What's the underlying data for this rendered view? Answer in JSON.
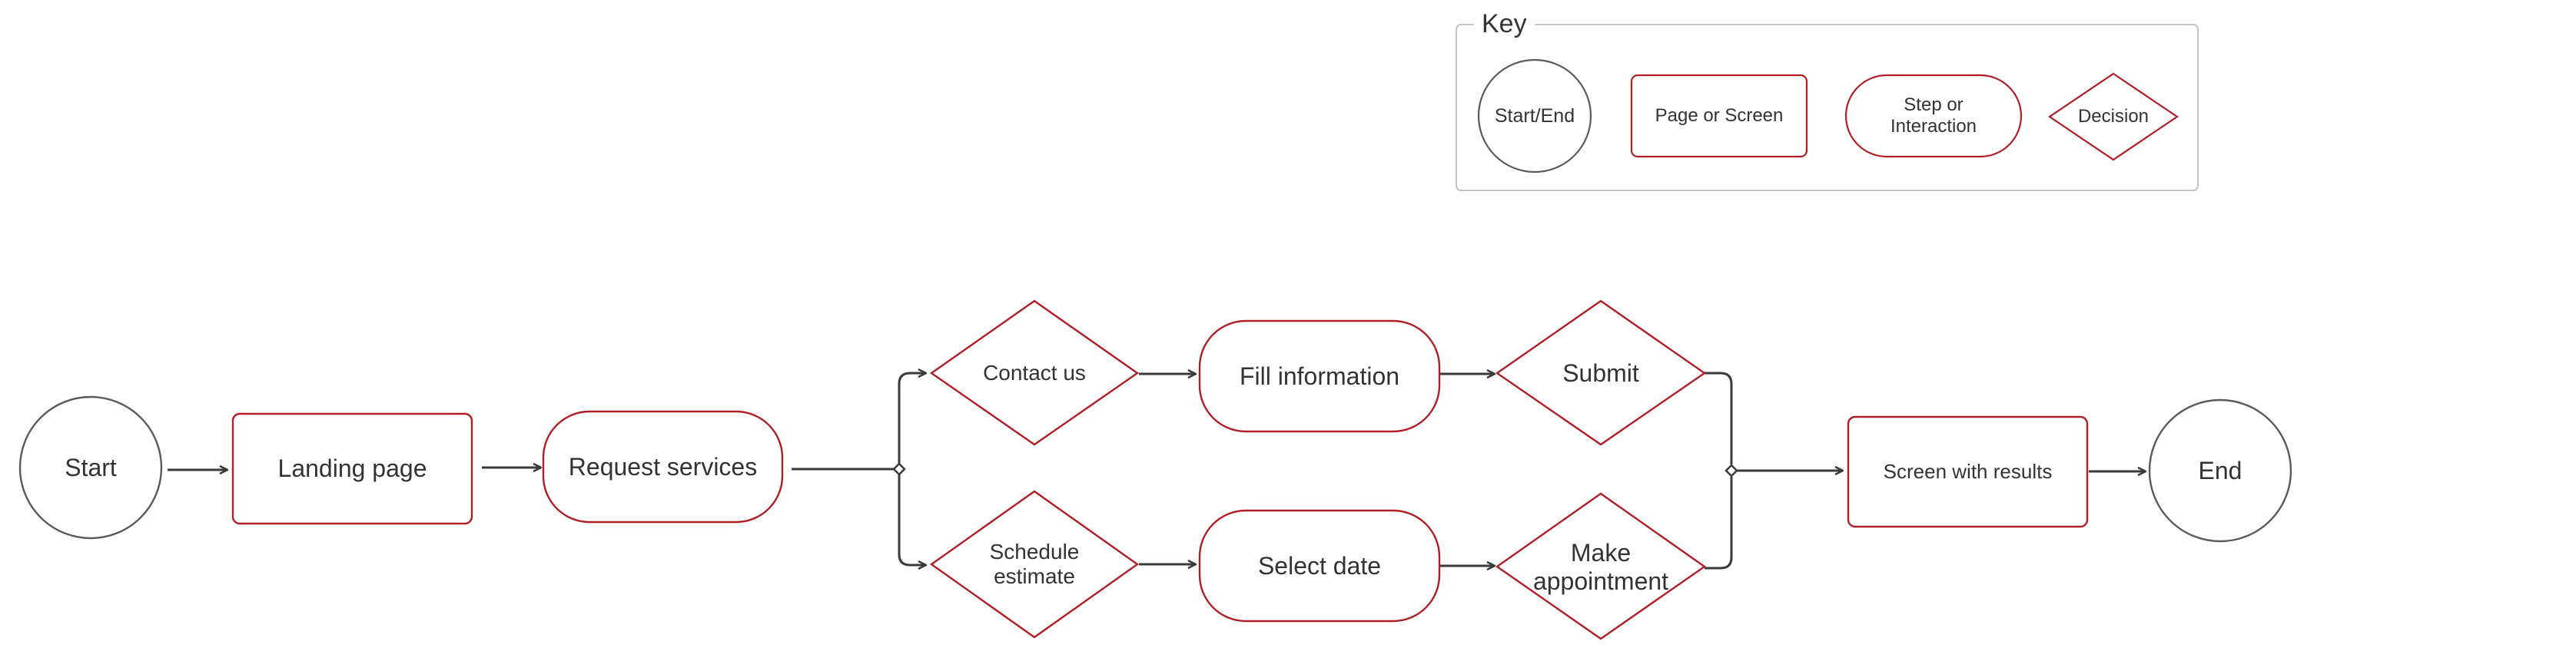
{
  "colors": {
    "node_red": "#b11e26",
    "node_gray": "#5a5a5a",
    "edge": "#3a3a3a",
    "key_border": "#c4c4c4",
    "text": "#333333"
  },
  "key": {
    "title": "Key",
    "start_end": "Start/End",
    "page_screen": "Page or Screen",
    "step_interaction": "Step or\nInteraction",
    "decision": "Decision"
  },
  "flow": {
    "start": "Start",
    "landing_page": "Landing page",
    "request_services": "Request services",
    "contact_us": "Contact us",
    "fill_information": "Fill information",
    "submit": "Submit",
    "schedule_estimate": "Schedule\nestimate",
    "select_date": "Select date",
    "make_appointment": "Make\nappointment",
    "screen_with_results": "Screen with results",
    "end": "End"
  }
}
